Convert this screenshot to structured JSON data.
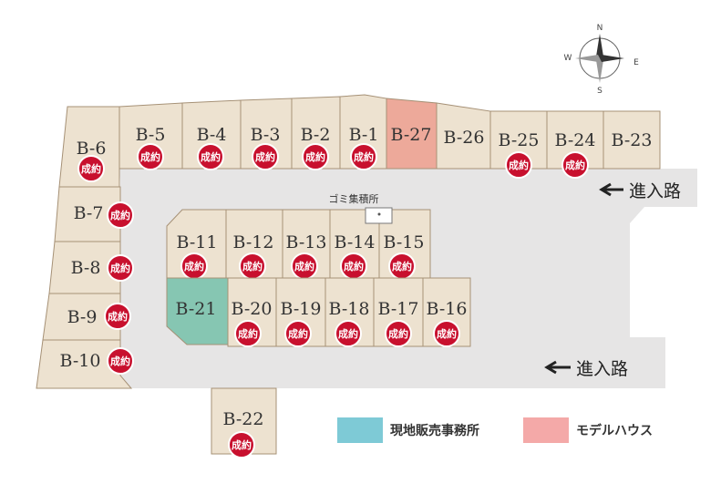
{
  "compass": {
    "n": "N",
    "e": "E",
    "s": "S",
    "w": "W"
  },
  "entrances": {
    "top": "進入路",
    "bottom": "進入路"
  },
  "garbage_area": {
    "label": "ゴミ集積所"
  },
  "legend": {
    "office": {
      "label": "現地販売事務所",
      "color": "#7ecad6"
    },
    "model": {
      "label": "モデルハウス",
      "color": "#f4a9a8"
    }
  },
  "colors": {
    "sold_badge": "#c8102e",
    "lot": "#ede2d0",
    "office_lot": "#86c6b2",
    "model_lot": "#eda99a"
  },
  "sold_label": "成約",
  "lots": [
    {
      "id": "B-6",
      "sold": true
    },
    {
      "id": "B-5",
      "sold": true
    },
    {
      "id": "B-4",
      "sold": true
    },
    {
      "id": "B-3",
      "sold": true
    },
    {
      "id": "B-2",
      "sold": true
    },
    {
      "id": "B-1",
      "sold": true
    },
    {
      "id": "B-27",
      "sold": false,
      "type": "model_house"
    },
    {
      "id": "B-26",
      "sold": false
    },
    {
      "id": "B-25",
      "sold": true
    },
    {
      "id": "B-24",
      "sold": true
    },
    {
      "id": "B-23",
      "sold": false
    },
    {
      "id": "B-7",
      "sold": true
    },
    {
      "id": "B-8",
      "sold": true
    },
    {
      "id": "B-9",
      "sold": true
    },
    {
      "id": "B-10",
      "sold": true
    },
    {
      "id": "B-11",
      "sold": true
    },
    {
      "id": "B-12",
      "sold": true
    },
    {
      "id": "B-13",
      "sold": true
    },
    {
      "id": "B-14",
      "sold": true
    },
    {
      "id": "B-15",
      "sold": true
    },
    {
      "id": "B-21",
      "sold": false,
      "type": "sales_office"
    },
    {
      "id": "B-20",
      "sold": true
    },
    {
      "id": "B-19",
      "sold": true
    },
    {
      "id": "B-18",
      "sold": true
    },
    {
      "id": "B-17",
      "sold": true
    },
    {
      "id": "B-16",
      "sold": true
    },
    {
      "id": "B-22",
      "sold": true
    }
  ]
}
